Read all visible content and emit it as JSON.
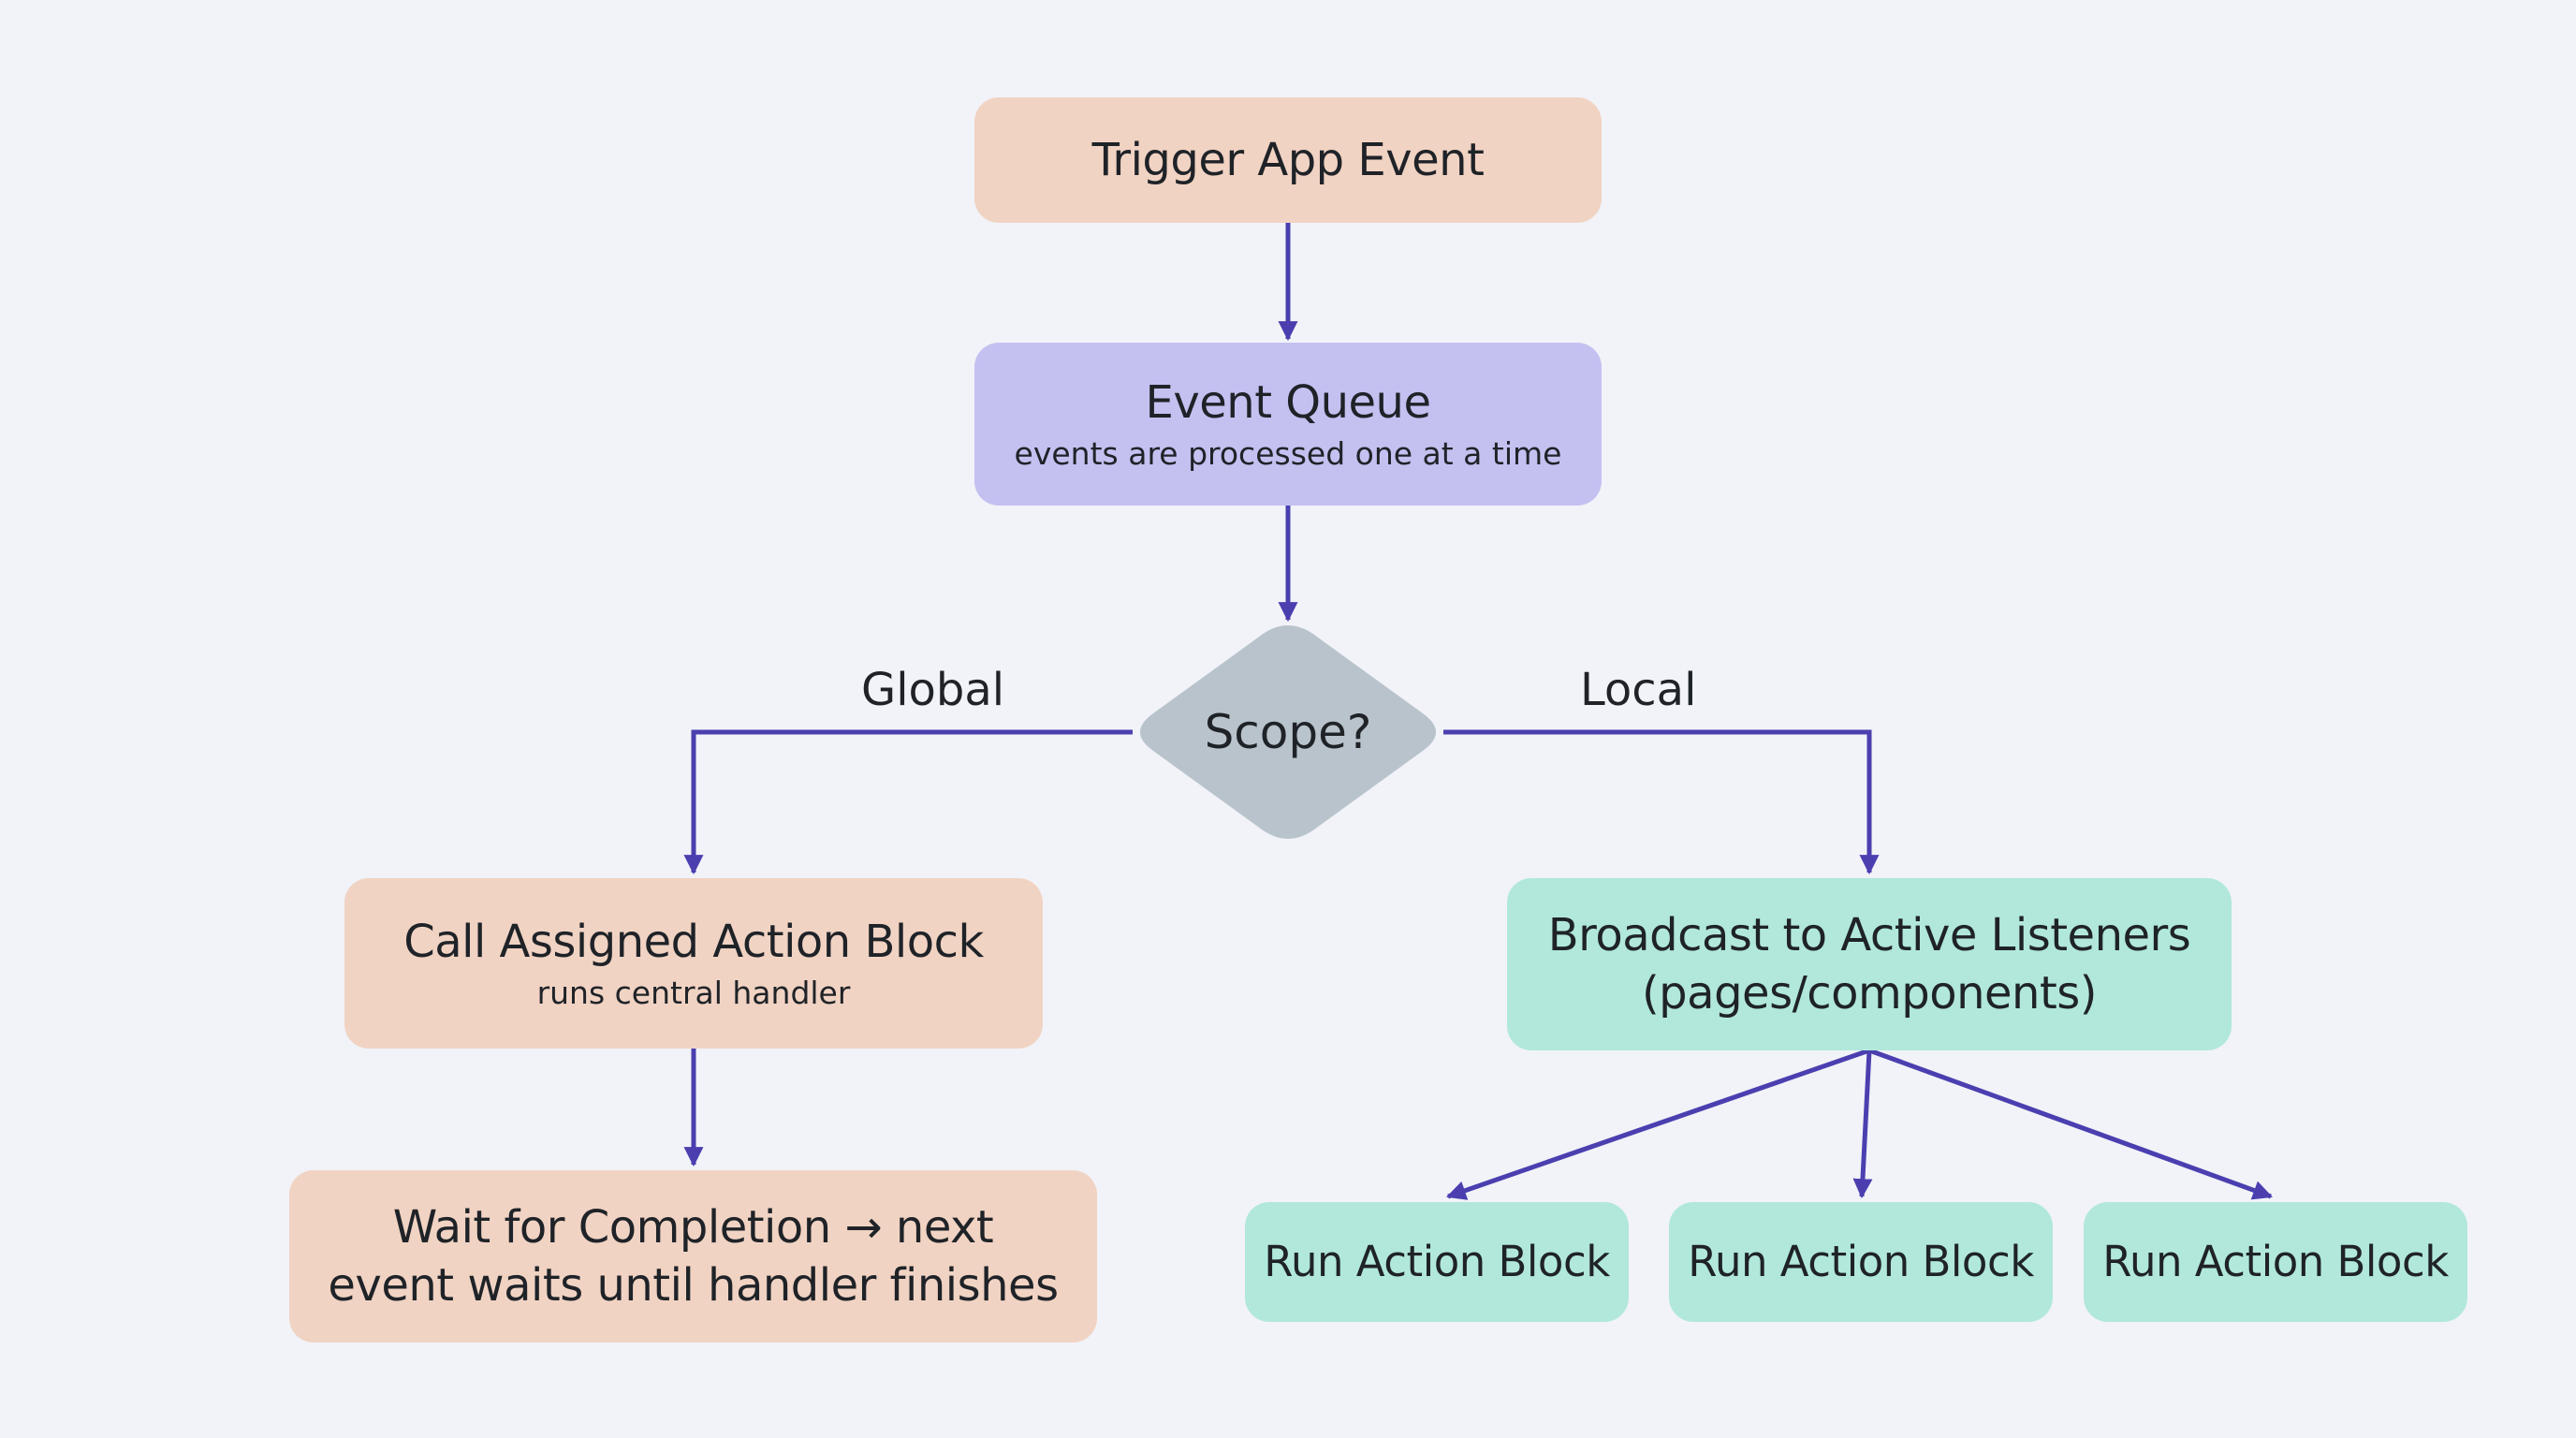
{
  "nodes": {
    "trigger": {
      "title": "Trigger App Event"
    },
    "queue": {
      "title": "Event Queue",
      "subtitle": "events are processed one at a time"
    },
    "decision": {
      "title": "Scope?"
    },
    "call_action": {
      "title": "Call Assigned Action Block",
      "subtitle": "runs central handler"
    },
    "wait": {
      "line1": "Wait for Completion → next",
      "line2": "event waits until handler finishes"
    },
    "broadcast": {
      "line1": "Broadcast to Active Listeners",
      "line2": "(pages/components)"
    },
    "run_1": {
      "title": "Run Action Block"
    },
    "run_2": {
      "title": "Run Action Block"
    },
    "run_3": {
      "title": "Run Action Block"
    }
  },
  "branches": {
    "global": "Global",
    "local": "Local"
  },
  "colors": {
    "background": "#f1f3f8",
    "peach": "#f1d3c3",
    "lavender": "#c4c1f1",
    "mint": "#b1e8db",
    "decision": "#b9c3cc",
    "arrow": "#4b3fb0"
  }
}
